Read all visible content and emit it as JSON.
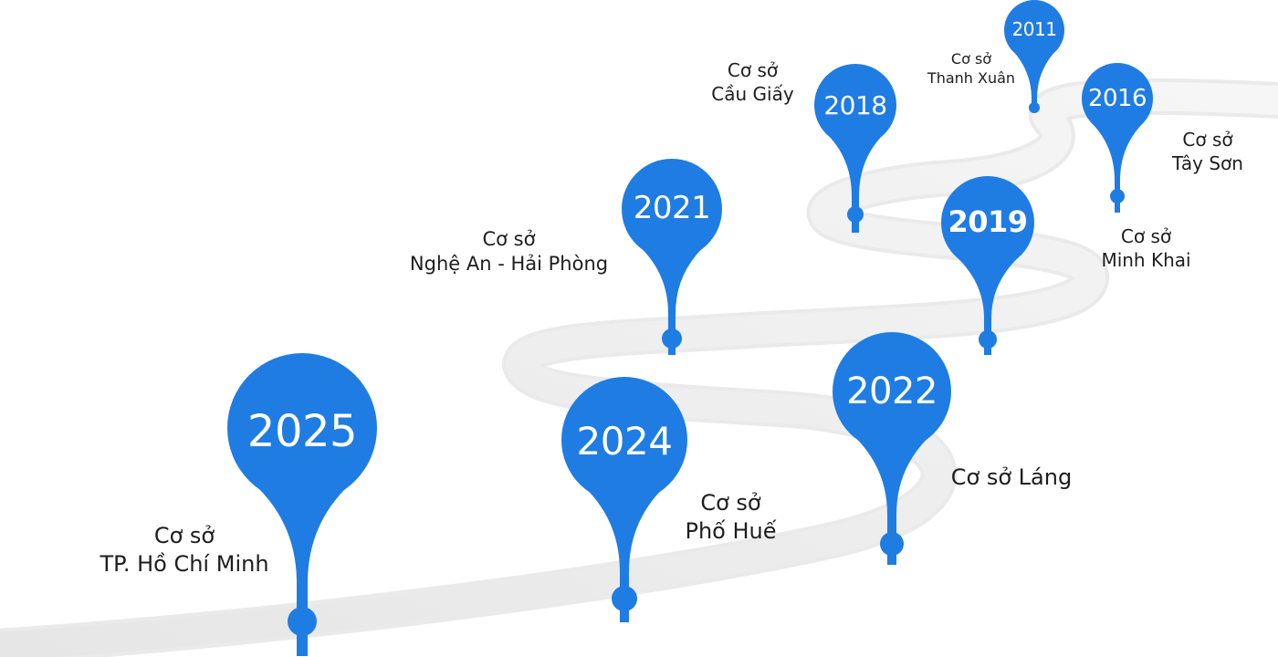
{
  "colors": {
    "pin": "#1f7ce3",
    "pin_dark": "#0e5fc4",
    "road": "#eeeeee",
    "text": "#1d1d1d"
  },
  "milestones": [
    {
      "year": "2025",
      "line1": "Cơ sở",
      "line2": "TP. Hồ Chí Minh"
    },
    {
      "year": "2024",
      "line1": "Cơ sở",
      "line2": "Phố Huế"
    },
    {
      "year": "2022",
      "line1": "Cơ sở Láng",
      "line2": ""
    },
    {
      "year": "2021",
      "line1": "Cơ sở",
      "line2": "Nghệ An - Hải Phòng"
    },
    {
      "year": "2019",
      "line1": "Cơ sở",
      "line2": "Minh Khai"
    },
    {
      "year": "2018",
      "line1": "Cơ sở",
      "line2": "Cầu Giấy"
    },
    {
      "year": "2016",
      "line1": "Cơ sở",
      "line2": "Tây Sơn"
    },
    {
      "year": "2011",
      "line1": "Cơ sở",
      "line2": "Thanh Xuân"
    }
  ]
}
